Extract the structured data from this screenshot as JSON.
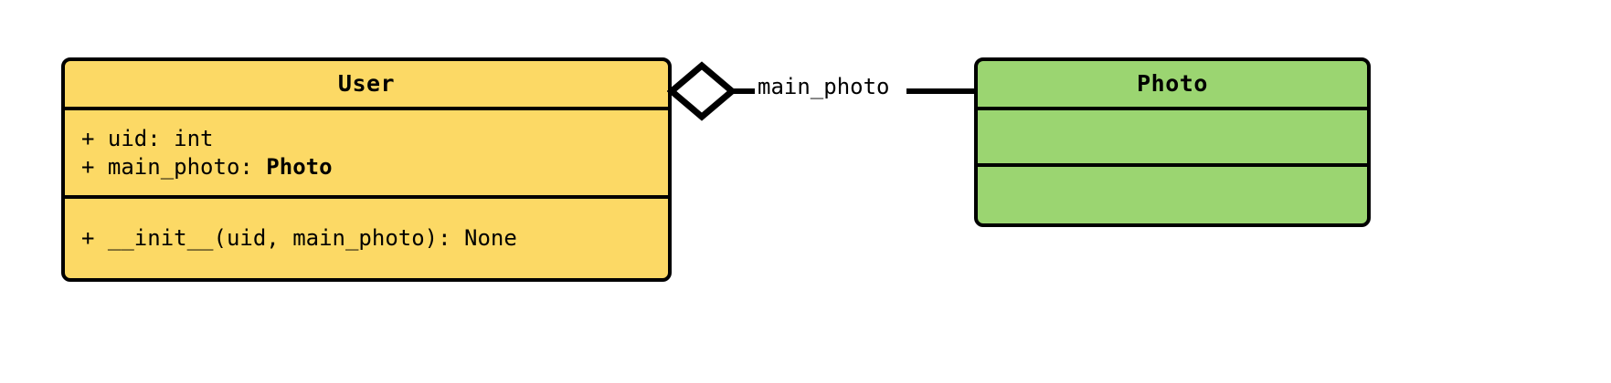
{
  "diagram": {
    "type": "uml-class-diagram",
    "background": "#ffffff",
    "classes": [
      {
        "id": "user",
        "name": "User",
        "fill": "#fcd965",
        "stroke": "#000000",
        "attributes": [
          {
            "visibility": "+",
            "text": "+ uid: int",
            "plain": "+ uid: ",
            "type": "",
            "bold_type": ""
          },
          {
            "visibility": "+",
            "text": "+ main_photo: Photo",
            "plain": "+ main_photo: ",
            "type": "Photo",
            "bold_type": "Photo"
          }
        ],
        "methods": [
          {
            "visibility": "+",
            "text": "+ __init__(uid, main_photo): None"
          }
        ]
      },
      {
        "id": "photo",
        "name": "Photo",
        "fill": "#9bd571",
        "stroke": "#000000",
        "attributes": [],
        "methods": []
      }
    ],
    "relationship": {
      "kind": "aggregation",
      "label": "main_photo",
      "source": "User",
      "target": "Photo",
      "diamond_fill": "#ffffff",
      "diamond_stroke": "#000000"
    }
  }
}
